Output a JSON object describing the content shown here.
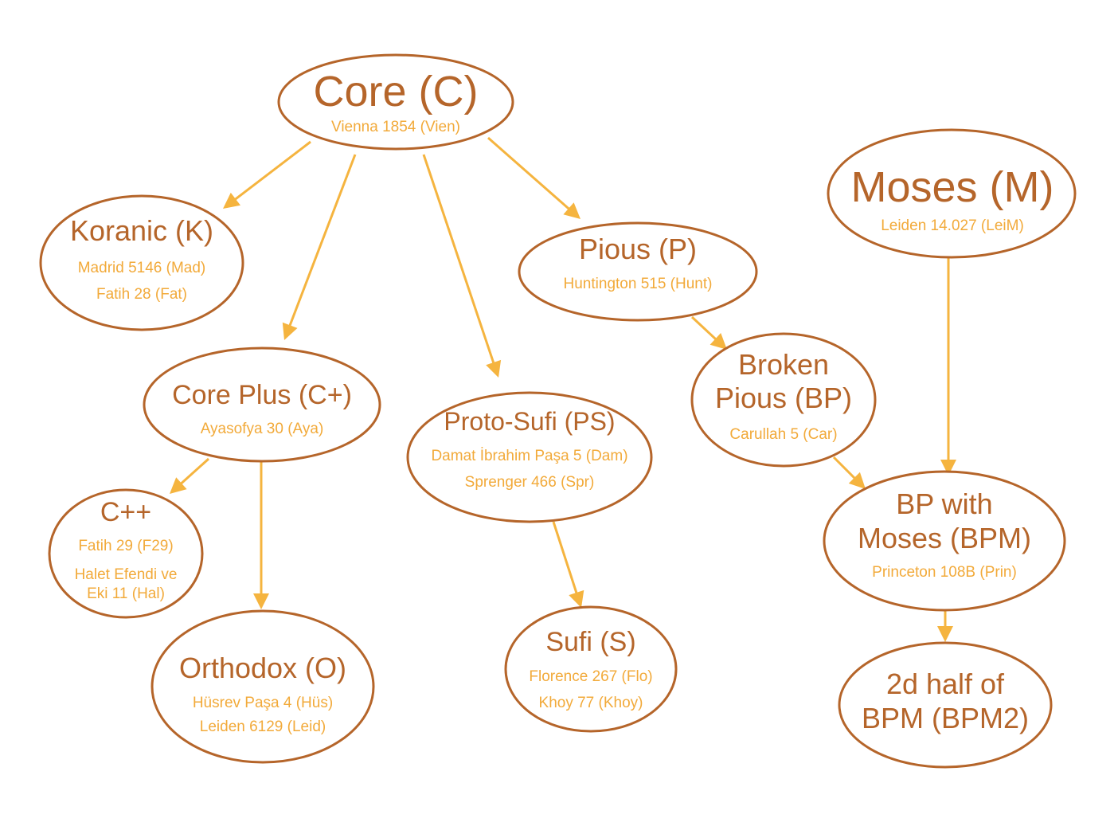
{
  "colors": {
    "node_outline": "#b5652a",
    "title_text": "#b5652a",
    "manuscript_text": "#f2aa3a",
    "arrow": "#f5b43f",
    "background": "#ffffff"
  },
  "nodes": {
    "core": {
      "title": [
        "Core (C)"
      ],
      "manuscripts": [
        "Vienna 1854 (Vien)"
      ]
    },
    "koranic": {
      "title": [
        "Koranic (K)"
      ],
      "manuscripts": [
        "Madrid 5146 (Mad)",
        "Fatih 28 (Fat)"
      ]
    },
    "core_plus": {
      "title": [
        "Core Plus (C+)"
      ],
      "manuscripts": [
        "Ayasofya 30 (Aya)"
      ]
    },
    "cpp": {
      "title": [
        "C++"
      ],
      "manuscripts": [
        "Fatih 29 (F29)",
        "Halet Efendi ve",
        "Eki 11 (Hal)"
      ]
    },
    "orthodox": {
      "title": [
        "Orthodox (O)"
      ],
      "manuscripts": [
        "Hüsrev Paşa 4 (Hüs)",
        "Leiden 6129 (Leid)"
      ]
    },
    "proto_sufi": {
      "title": [
        "Proto-Sufi (PS)"
      ],
      "manuscripts": [
        "Damat İbrahim Paşa 5 (Dam)",
        "Sprenger 466 (Spr)"
      ]
    },
    "sufi": {
      "title": [
        "Sufi (S)"
      ],
      "manuscripts": [
        "Florence 267 (Flo)",
        "Khoy 77 (Khoy)"
      ]
    },
    "pious": {
      "title": [
        "Pious (P)"
      ],
      "manuscripts": [
        "Huntington 515 (Hunt)"
      ]
    },
    "broken_pious": {
      "title": [
        "Broken",
        "Pious (BP)"
      ],
      "manuscripts": [
        "Carullah 5 (Car)"
      ]
    },
    "moses": {
      "title": [
        "Moses (M)"
      ],
      "manuscripts": [
        "Leiden 14.027 (LeiM)"
      ]
    },
    "bpm": {
      "title": [
        "BP with",
        "Moses (BPM)"
      ],
      "manuscripts": [
        "Princeton 108B (Prin)"
      ]
    },
    "bpm2": {
      "title": [
        "2d half of",
        "BPM (BPM2)"
      ],
      "manuscripts": []
    }
  },
  "edges": [
    {
      "from": "core",
      "to": "koranic"
    },
    {
      "from": "core",
      "to": "core_plus"
    },
    {
      "from": "core",
      "to": "proto_sufi"
    },
    {
      "from": "core",
      "to": "pious"
    },
    {
      "from": "core_plus",
      "to": "cpp"
    },
    {
      "from": "core_plus",
      "to": "orthodox"
    },
    {
      "from": "proto_sufi",
      "to": "sufi"
    },
    {
      "from": "pious",
      "to": "broken_pious"
    },
    {
      "from": "broken_pious",
      "to": "bpm"
    },
    {
      "from": "moses",
      "to": "bpm"
    },
    {
      "from": "bpm",
      "to": "bpm2"
    }
  ]
}
